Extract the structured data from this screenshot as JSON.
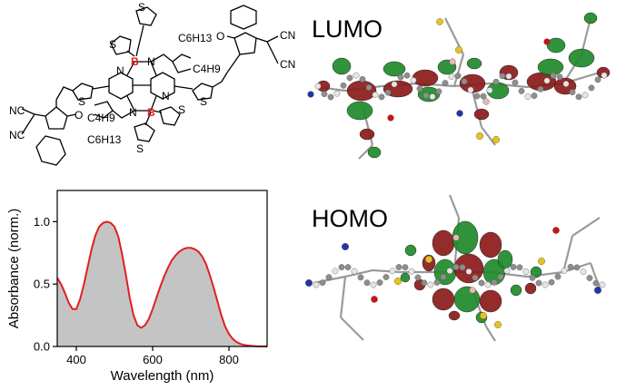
{
  "structure": {
    "atoms": {
      "nc_top": "NC",
      "nc_bottom": "NC",
      "cn_top": "CN",
      "cn_bottom": "CN",
      "o_left": "O",
      "o_right": "O",
      "s_label": "S",
      "n_label": "N",
      "b_label": "B",
      "c6h13": "C6H13",
      "c4h9": "C4H9"
    }
  },
  "orbitals": {
    "lumo_label": "LUMO",
    "homo_label": "HOMO"
  },
  "colors": {
    "spectrum_line": "#e0201f",
    "spectrum_fill": "#c4c4c4",
    "orbital_positive": "#8b1a1a",
    "orbital_negative": "#1e8a2a",
    "boron_label": "#e0201f"
  },
  "chart_data": {
    "type": "area",
    "title": "",
    "xlabel": "Wavelength (nm)",
    "ylabel": "Absorbance (norm.)",
    "xlim": [
      350,
      900
    ],
    "ylim": [
      0,
      1.25
    ],
    "xticks": [
      400,
      600,
      800
    ],
    "yticks": [
      0.0,
      0.5,
      1.0
    ],
    "ytick_labels": [
      "0.0",
      "0.5",
      "1.0"
    ],
    "grid": false,
    "series": [
      {
        "x": [
          350,
          360,
          370,
          380,
          390,
          400,
          410,
          420,
          430,
          440,
          450,
          460,
          470,
          480,
          490,
          500,
          510,
          520,
          530,
          540,
          550,
          560,
          570,
          580,
          590,
          600,
          610,
          620,
          630,
          640,
          650,
          660,
          670,
          680,
          690,
          700,
          710,
          720,
          730,
          740,
          750,
          760,
          770,
          780,
          790,
          800,
          810,
          820,
          830,
          840,
          850,
          860,
          870,
          880,
          890,
          900
        ],
        "y": [
          0.55,
          0.5,
          0.43,
          0.35,
          0.3,
          0.3,
          0.38,
          0.5,
          0.64,
          0.78,
          0.89,
          0.96,
          0.99,
          1.0,
          0.99,
          0.96,
          0.88,
          0.74,
          0.57,
          0.39,
          0.25,
          0.17,
          0.15,
          0.17,
          0.22,
          0.3,
          0.39,
          0.48,
          0.56,
          0.63,
          0.69,
          0.73,
          0.76,
          0.78,
          0.79,
          0.79,
          0.78,
          0.76,
          0.72,
          0.66,
          0.57,
          0.47,
          0.36,
          0.25,
          0.16,
          0.1,
          0.06,
          0.035,
          0.02,
          0.012,
          0.007,
          0.004,
          0.002,
          0.001,
          0.0,
          0.0
        ]
      }
    ]
  }
}
